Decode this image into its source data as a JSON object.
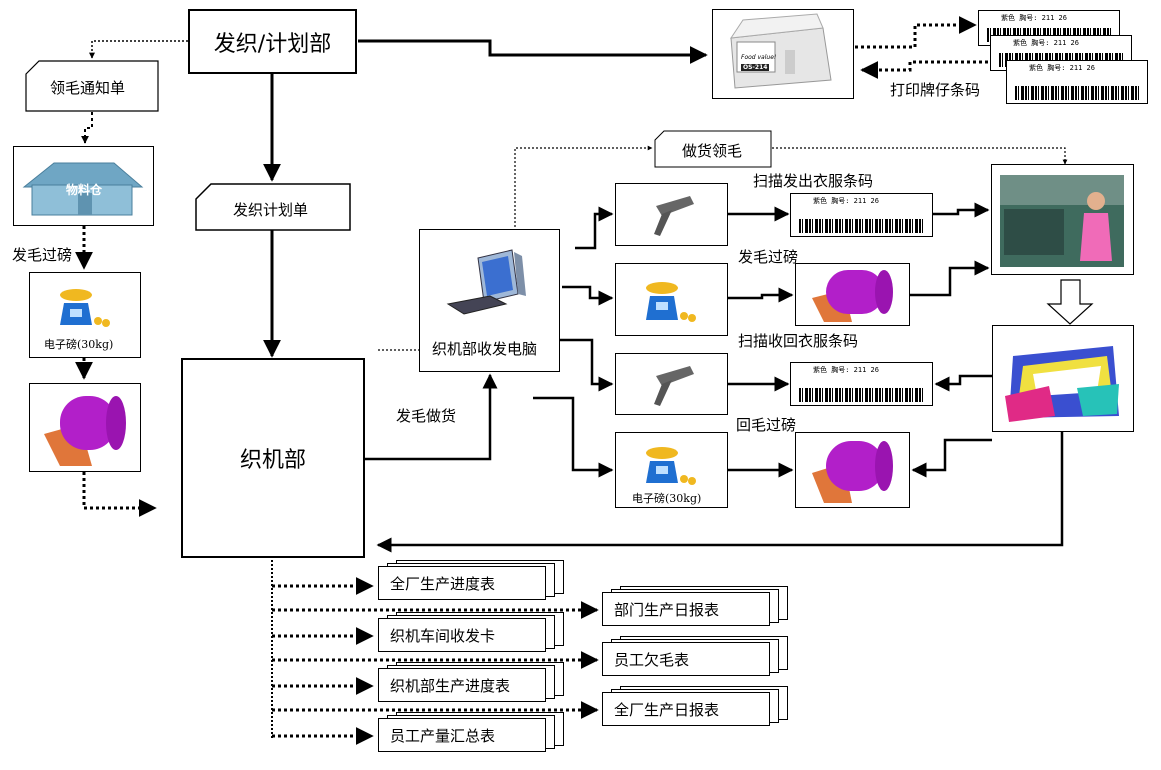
{
  "nodes": {
    "planning_dept": "发织/计划部",
    "wool_notice": "领毛通知单",
    "warehouse_sign": "物料仓",
    "weigh_out_left": "发毛过磅",
    "scale_left_caption": "电子磅(30kg)",
    "knit_plan": "发织计划单",
    "knitting_dept": "织机部",
    "computer_caption": "织机部收发电脑",
    "issue_work": "发毛做货",
    "collect_wool": "做货领毛",
    "print_barcode": "打印牌仔条码",
    "scan_out": "扫描发出衣服条码",
    "weigh_out_right": "发毛过磅",
    "scan_back": "扫描收回衣服条码",
    "weigh_back": "回毛过磅",
    "scale_right_caption": "电子磅(30kg)",
    "printer_text_1": "Food value!",
    "printer_text_2": "OS-214"
  },
  "barcode": {
    "text": "紫色     胸号: 211          26"
  },
  "reports_left": [
    "全厂生产进度表",
    "织机车间收发卡",
    "织机部生产进度表",
    "员工产量汇总表"
  ],
  "reports_right": [
    "部门生产日报表",
    "员工欠毛表",
    "全厂生产日报表"
  ],
  "colors": {
    "wool_magenta": "#b21fc9",
    "wool_orange": "#e0763a",
    "scale_blue": "#1f6fd1",
    "scale_gold": "#f0b820",
    "roof_blue": "#8fbfd8"
  }
}
